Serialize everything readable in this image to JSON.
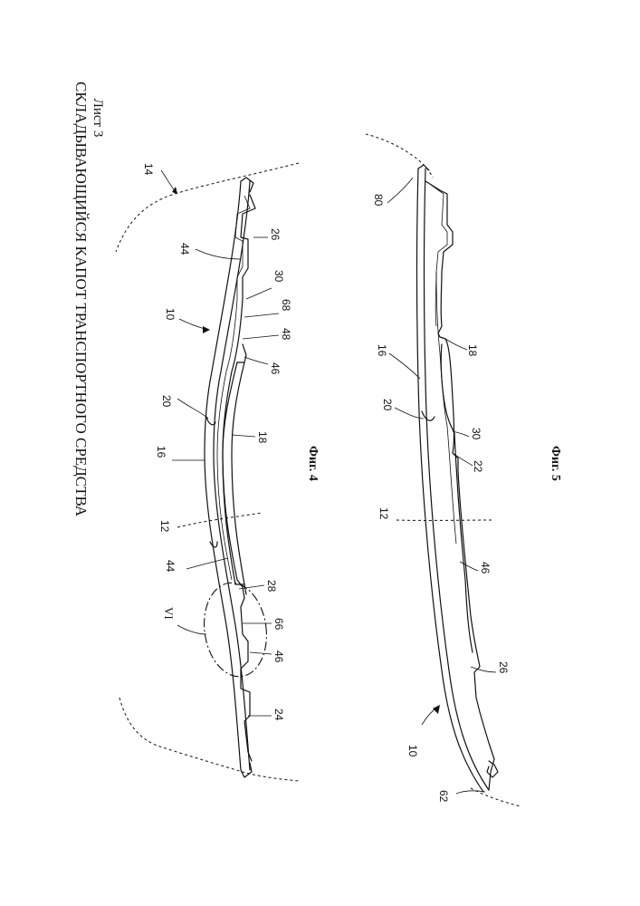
{
  "header": {
    "title": "СКЛАДЫВАЮЩИЙСЯ КАПОТ ТРАНСПОРТНОГО СРЕДСТВА",
    "sheet": "Лист 3"
  },
  "figure4": {
    "caption": "Фиг. 4",
    "detail_marker": "VI",
    "labels": {
      "l14": "14",
      "l10": "10",
      "l26": "26",
      "l44a": "44",
      "l30": "30",
      "l68": "68",
      "l48": "48",
      "l46a": "46",
      "l20": "20",
      "l18": "18",
      "l16": "16",
      "l12": "12",
      "l44b": "44",
      "l28": "28",
      "l66": "66",
      "l46b": "46",
      "l24": "24"
    }
  },
  "figure5": {
    "caption": "Фиг. 5",
    "labels": {
      "l80": "80",
      "l16": "16",
      "l18": "18",
      "l20": "20",
      "l30": "30",
      "l22": "22",
      "l12": "12",
      "l46": "46",
      "l26": "26",
      "l10": "10",
      "l62": "62"
    }
  }
}
